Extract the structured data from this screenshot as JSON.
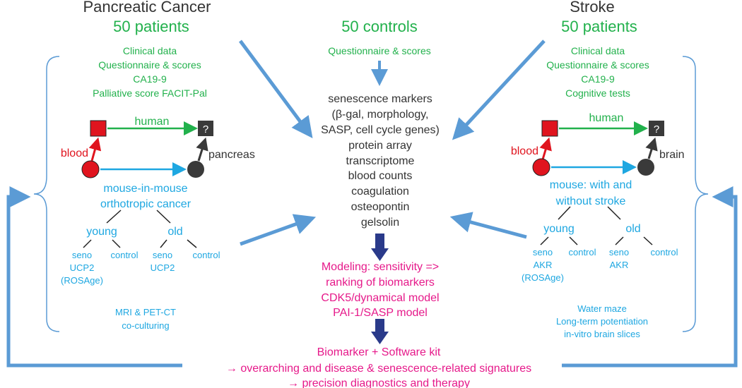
{
  "colors": {
    "dark_text": "#333333",
    "green": "#22b14c",
    "cyan": "#1ea7e1",
    "magenta": "#e6198a",
    "red": "#e0141e",
    "arrow_blue": "#5b9bd5",
    "node_dark": "#3a3a3a",
    "down_arrow": "#2a3a8a"
  },
  "left": {
    "title": "Pancreatic Cancer",
    "count": "50 patients",
    "data_lines": [
      "Clinical data",
      "Questionnaire & scores",
      "CA19-9",
      "Palliative score FACIT-Pal"
    ],
    "human_label": "human",
    "blood_label": "blood",
    "organ_label": "pancreas",
    "question_mark": "?",
    "model_lines": [
      "mouse-in-mouse",
      "orthotropic cancer"
    ],
    "young_label": "young",
    "old_label": "old",
    "young_left_lines": [
      "seno",
      "UCP2",
      "(ROSAge)"
    ],
    "young_right": "control",
    "old_left_lines": [
      "seno",
      "UCP2"
    ],
    "old_right": "control",
    "extra_lines": [
      "MRI & PET-CT",
      "co-culturing"
    ]
  },
  "center": {
    "count": "50 controls",
    "questionnaire": "Questionnaire & scores",
    "markers_lines": [
      "senescence markers",
      "(β-gal, morphology,",
      "SASP, cell cycle genes)",
      "protein array",
      "transcriptome",
      "blood counts",
      "coagulation",
      "osteopontin",
      "gelsolin"
    ],
    "modeling_lines": [
      "Modeling: sensitivity =>",
      "ranking of biomarkers",
      "CDK5/dynamical model",
      "PAI-1/SASP model"
    ],
    "kit_lines": [
      "Biomarker + Software kit",
      "→ overarching and disease & senescence-related signatures",
      "→ precision diagnostics and therapy"
    ]
  },
  "right": {
    "title": "Stroke",
    "count": "50 patients",
    "data_lines": [
      "Clinical data",
      "Questionnaire & scores",
      "CA19-9",
      "Cognitive tests"
    ],
    "human_label": "human",
    "blood_label": "blood",
    "organ_label": "brain",
    "question_mark": "?",
    "model_lines": [
      "mouse: with and",
      "without stroke"
    ],
    "young_label": "young",
    "old_label": "old",
    "young_left_lines": [
      "seno",
      "AKR",
      "(ROSAge)"
    ],
    "young_right": "control",
    "old_left_lines": [
      "seno",
      "AKR"
    ],
    "old_right": "control",
    "extra_lines": [
      "Water maze",
      "Long-term potentiation",
      "in-vitro brain slices"
    ]
  }
}
